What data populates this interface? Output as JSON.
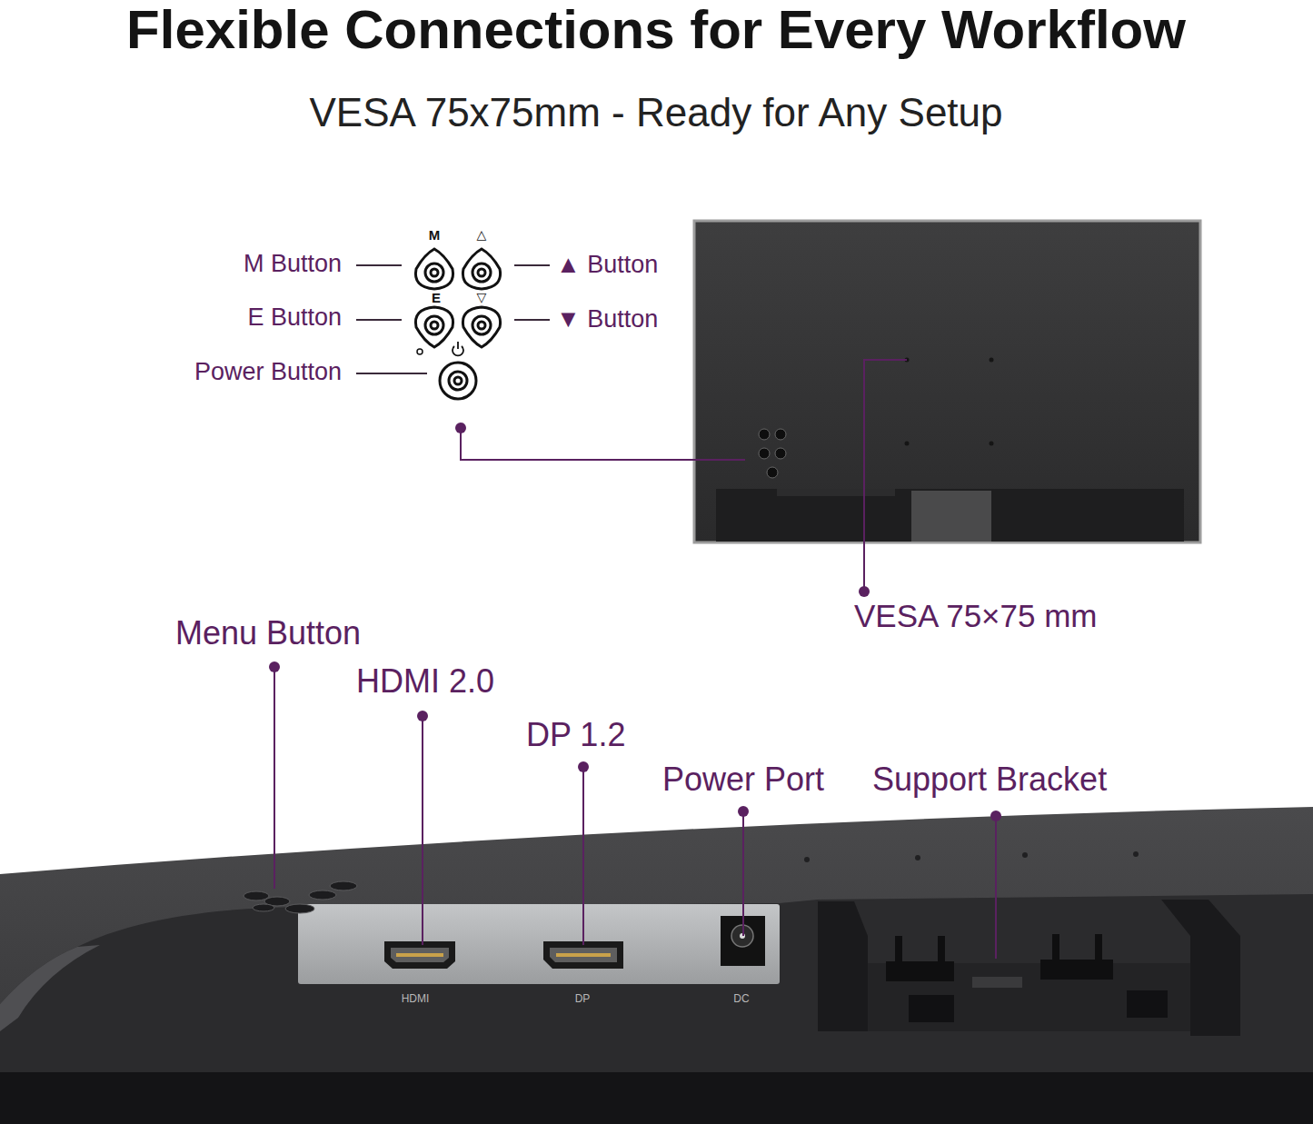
{
  "diagram": {
    "title": "Flexible Connections for Every Workflow",
    "labels": [
      "VESA 75x75mm - Ready for Any Setup",
      "M",
      "△",
      "E",
      "▽",
      "M Button",
      "▲ Button",
      "E Button",
      "▼ Button",
      "Power Button",
      "VESA 75×75 mm",
      "Menu Button",
      "HDMI 2.0",
      "DP 1.2",
      "Power Port",
      "Support Bracket",
      "HDMI",
      "DP",
      "DC"
    ]
  }
}
